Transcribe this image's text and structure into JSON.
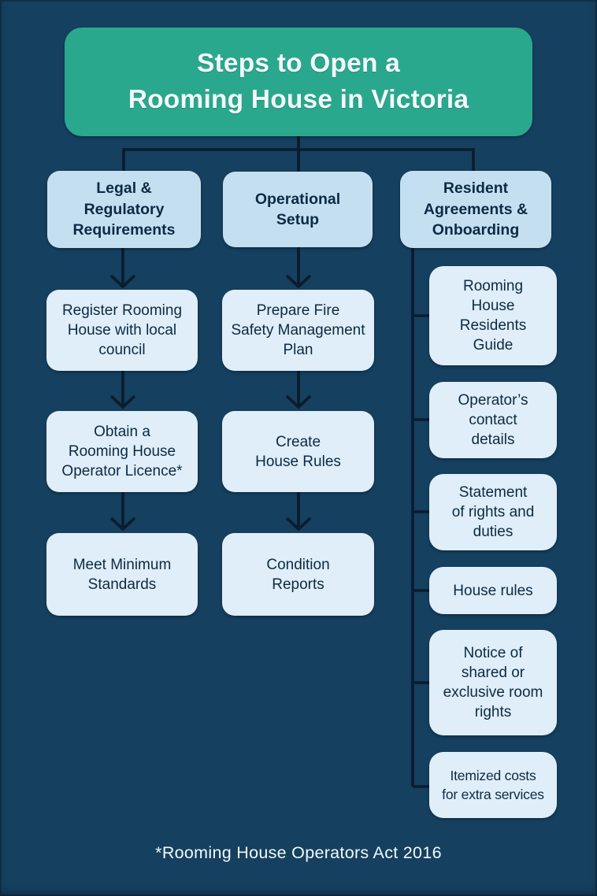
{
  "title": {
    "text": "Steps to Open a\nRooming House in Victoria"
  },
  "footnote": {
    "text": "*Rooming House Operators Act 2016"
  },
  "colors": {
    "background": "#15405f",
    "title_box": "#2aa88e",
    "box_header": "#c4e0f0",
    "box_item": "#dfeef8",
    "text_dark": "#0d2a45",
    "text_light": "#f2f8fc",
    "connector": "#0b1c2e"
  },
  "columns": [
    {
      "header": "Legal &\nRegulatory\nRequirements",
      "items": [
        "Register Rooming\nHouse with local\ncouncil",
        "Obtain a\nRooming House\nOperator Licence*",
        "Meet Minimum\nStandards"
      ]
    },
    {
      "header": "Operational\nSetup",
      "items": [
        "Prepare Fire\nSafety Management\nPlan",
        "Create\nHouse Rules",
        "Condition\nReports"
      ]
    },
    {
      "header": "Resident\nAgreements &\nOnboarding",
      "items": [
        "Rooming\nHouse\nResidents\nGuide",
        "Operator’s\ncontact\ndetails",
        "Statement\nof rights and\nduties",
        "House rules",
        "Notice of\nshared or\nexclusive room\nrights",
        "Itemized costs\nfor extra services"
      ]
    }
  ]
}
